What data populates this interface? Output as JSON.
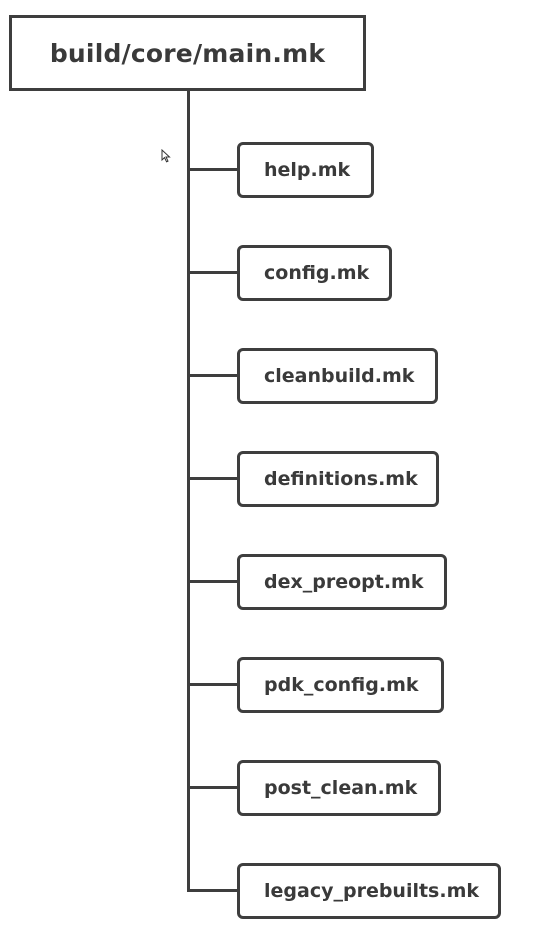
{
  "diagram": {
    "root": {
      "label": "build/core/main.mk"
    },
    "children": [
      {
        "label": "help.mk"
      },
      {
        "label": "config.mk"
      },
      {
        "label": "cleanbuild.mk"
      },
      {
        "label": "definitions.mk"
      },
      {
        "label": "dex_preopt.mk"
      },
      {
        "label": "pdk_config.mk"
      },
      {
        "label": "post_clean.mk"
      },
      {
        "label": "legacy_prebuilts.mk"
      }
    ]
  },
  "colors": {
    "stroke": "#3e3e3e",
    "text": "#3a3a3a",
    "background": "#ffffff"
  },
  "icons": {
    "cursor": "mouse-pointer-icon"
  }
}
